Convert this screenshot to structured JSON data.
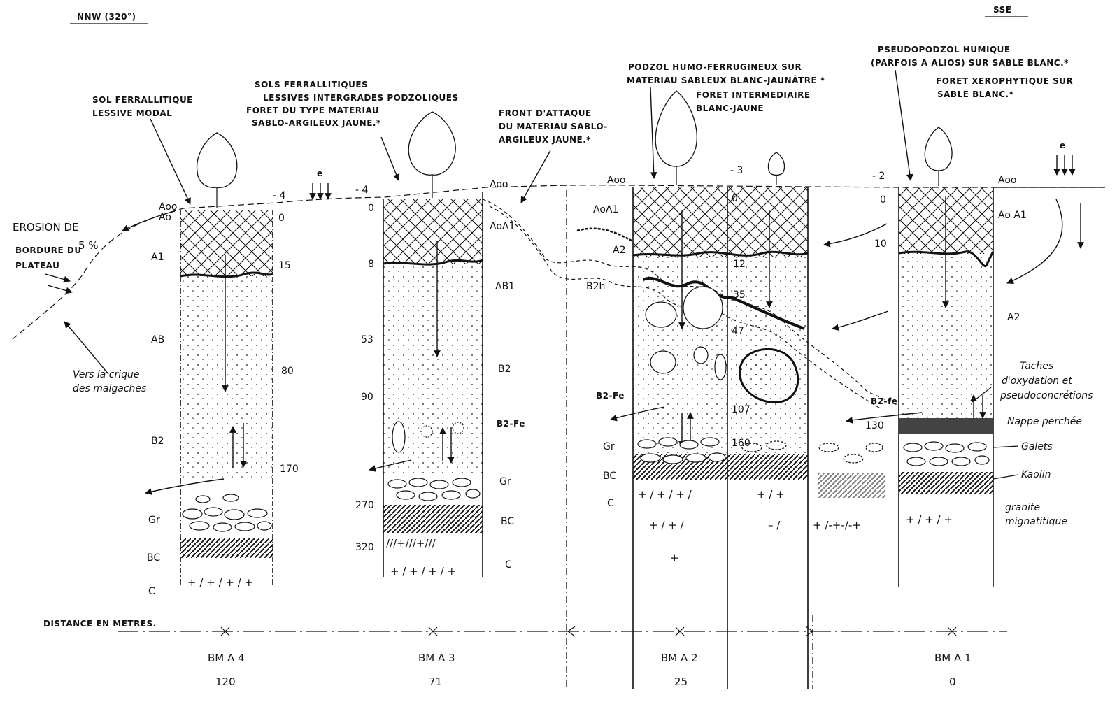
{
  "orientation": {
    "left": "NNW (320°)",
    "right": "SSE"
  },
  "profile_titles": {
    "bma4_l1": "SOL FERRALLITIQUE",
    "bma4_l2": "LESSIVE MODAL",
    "bma3_l1": "SOLS FERRALLITIQUES",
    "bma3_l2": "LESSIVES  INTERGRADES  PODZOLIQUES",
    "bma3_l3": "FORET DU TYPE  MATERIAU",
    "bma3_l4": "SABLO-ARGILEUX  JAUNE.*",
    "front_l1": "FRONT  D'ATTAQUE",
    "front_l2": "DU MATERIAU SABLO-",
    "front_l3": "ARGILEUX  JAUNE.*",
    "bma2_l1": "PODZOL  HUMO-FERRUGINEUX  SUR",
    "bma2_l2": "MATERIAU SABLEUX BLANC-JAUNÂTRE *",
    "bma2_l3": "FORET  INTERMEDIAIRE",
    "bma2_l4": "BLANC-JAUNE",
    "bma1_l1": "PSEUDOPODZOL  HUMIQUE",
    "bma1_l2": "(PARFOIS A ALIOS) SUR SABLE BLANC.*",
    "bma1_l3": "FORET XEROPHYTIQUE SUR",
    "bma1_l4": "SABLE BLANC.*"
  },
  "left_notes": {
    "erosion": "EROSION DE",
    "bordure": "BORDURE DU",
    "percent": "5 %",
    "plateau": "PLATEAU",
    "vers_l1": "Vers la crique",
    "vers_l2": "des malgaches"
  },
  "right_notes": {
    "taches_l1": "Taches",
    "taches_l2": "d'oxydation  et",
    "taches_l3": "pseudoconcrétions",
    "nappe": "Nappe perchée",
    "galets": "Galets",
    "kaolin": "Kaolin",
    "granite_l1": "granite",
    "granite_l2": "mignatitique"
  },
  "elevations": {
    "bma4": "- 4",
    "bma3": "- 4",
    "bma2": "- 3",
    "bma1": "- 2",
    "rain": "e"
  },
  "horizons": {
    "bma4": [
      "Aoo",
      "Ao",
      "A1",
      "AB",
      "B2",
      "Gr",
      "BC",
      "C"
    ],
    "bma3": [
      "Aoo",
      "AoA1",
      "AB1",
      "B2",
      "B2-Fe",
      "Gr",
      "BC",
      "C"
    ],
    "bma2": [
      "Aoo",
      "AoA1",
      "A2",
      "B2h",
      "B2-Fe",
      "Gr",
      "BC",
      "C"
    ],
    "bma1": [
      "Aoo",
      "Ao A1",
      "A2",
      "B2-fe"
    ]
  },
  "depths": {
    "bma4": [
      "0",
      "15",
      "80",
      "170"
    ],
    "bma3": [
      "0",
      "8",
      "53",
      "90",
      "270",
      "320"
    ],
    "bma2": [
      "0",
      "12",
      "35",
      "47",
      "107",
      "160"
    ],
    "bma1": [
      "0",
      "10",
      "130"
    ]
  },
  "distance_label": "DISTANCE  EN  METRES.",
  "profiles": [
    "BM A 4",
    "BM A 3",
    "BM A 2",
    "BM A 1"
  ],
  "distances": [
    "120",
    "71",
    "25",
    "0"
  ]
}
